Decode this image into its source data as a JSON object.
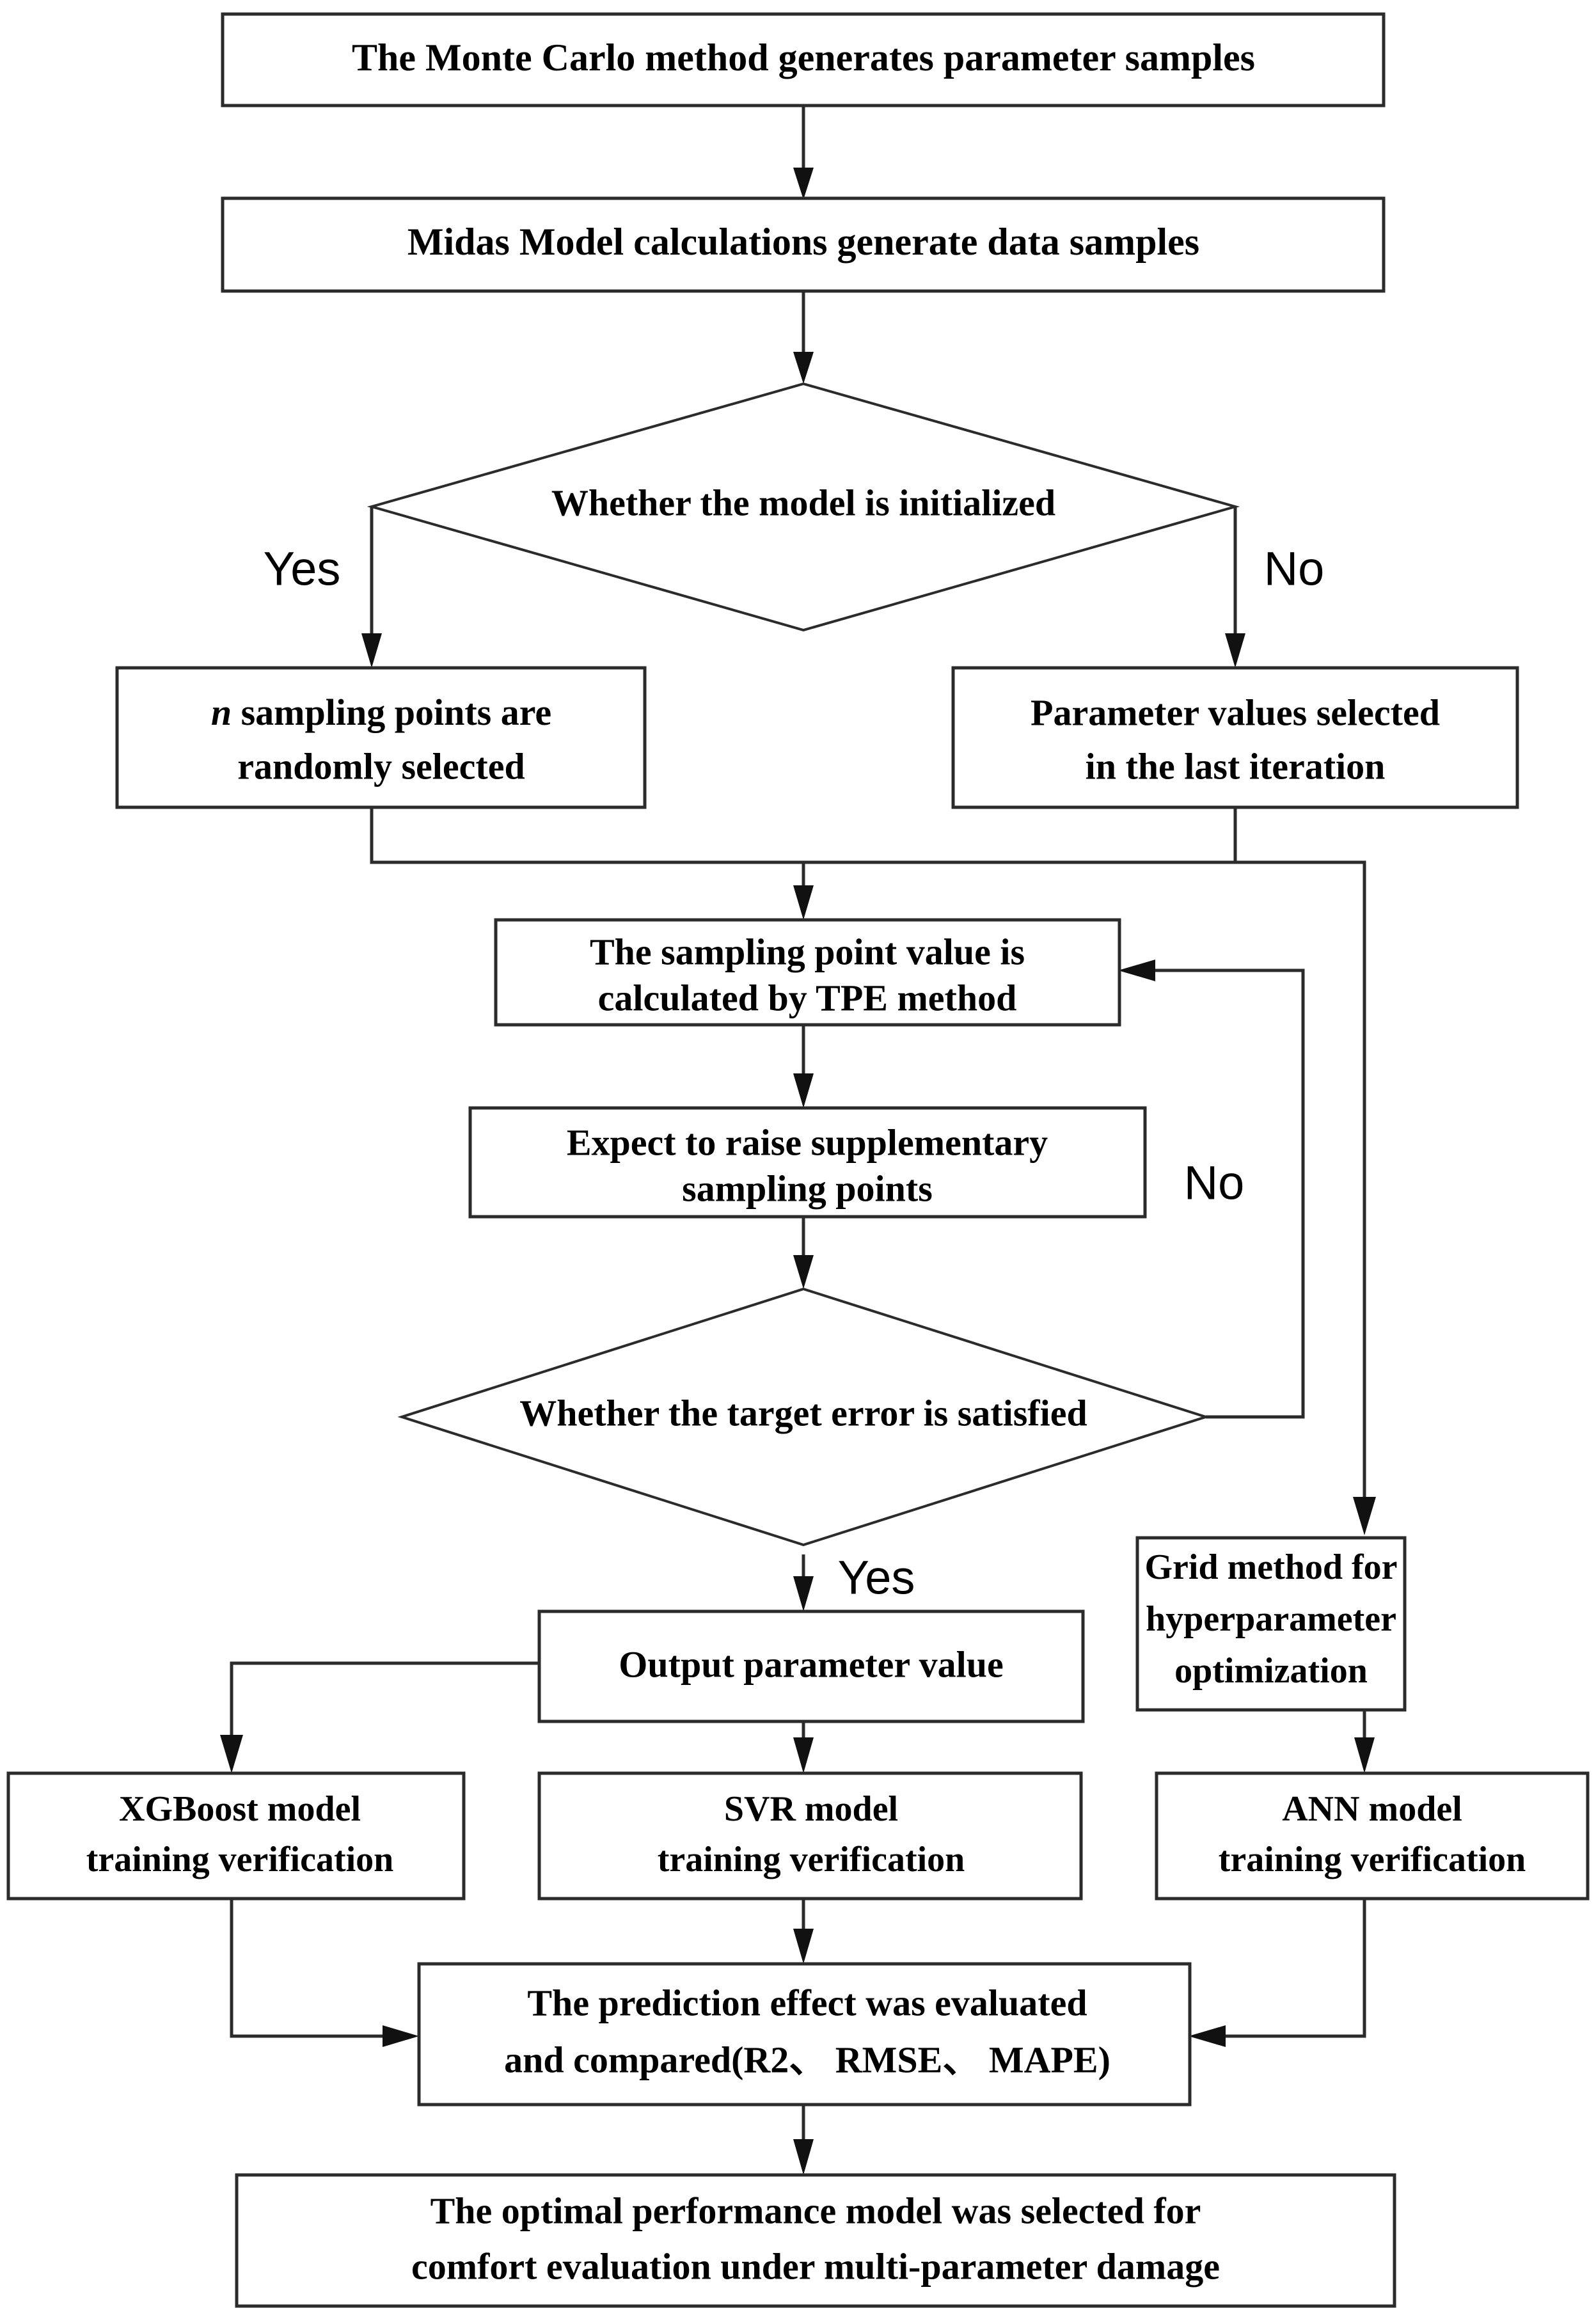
{
  "diagram": {
    "type": "flowchart",
    "title": "Monte Carlo / TPE hyperparameter optimization and model comparison workflow",
    "nodes": [
      {
        "id": "monte_carlo",
        "shape": "process",
        "lines": [
          "The Monte Carlo method generates parameter samples"
        ]
      },
      {
        "id": "midas_model",
        "shape": "process",
        "lines": [
          "Midas Model calculations generate data samples"
        ]
      },
      {
        "id": "init_decision",
        "shape": "decision",
        "lines": [
          "Whether the model is initialized"
        ]
      },
      {
        "id": "n_sampling",
        "shape": "process",
        "lines": [
          "n sampling points are",
          "randomly selected"
        ],
        "italic_first_word": "n"
      },
      {
        "id": "last_iteration",
        "shape": "process",
        "lines": [
          "Parameter values selected",
          "in the last iteration"
        ]
      },
      {
        "id": "tpe_method",
        "shape": "process",
        "lines": [
          "The sampling point value is",
          "calculated by TPE method"
        ]
      },
      {
        "id": "expect_raise",
        "shape": "process",
        "lines": [
          "Expect to raise supplementary",
          "sampling points"
        ]
      },
      {
        "id": "error_decision",
        "shape": "decision",
        "lines": [
          "Whether the target error is satisfied"
        ]
      },
      {
        "id": "output_param",
        "shape": "process",
        "lines": [
          "Output parameter value"
        ]
      },
      {
        "id": "grid_method",
        "shape": "process",
        "lines": [
          "Grid method for",
          "hyperparameter",
          "optimization"
        ]
      },
      {
        "id": "xgboost",
        "shape": "process",
        "lines": [
          "XGBoost model",
          "training verification"
        ]
      },
      {
        "id": "svr",
        "shape": "process",
        "lines": [
          "SVR model",
          "training verification"
        ]
      },
      {
        "id": "ann",
        "shape": "process",
        "lines": [
          "ANN model",
          "training verification"
        ]
      },
      {
        "id": "prediction",
        "shape": "process",
        "lines": [
          "The prediction effect was evaluated",
          "and compared(R2、 RMSE、 MAPE)"
        ]
      },
      {
        "id": "optimal",
        "shape": "process",
        "lines": [
          "The optimal performance model was selected for",
          "comfort evaluation under multi-parameter damage"
        ]
      }
    ],
    "edge_labels": {
      "init_yes": "Yes",
      "init_no": "No",
      "error_no": "No",
      "error_yes": "Yes"
    },
    "edges": [
      {
        "from": "monte_carlo",
        "to": "midas_model",
        "label": ""
      },
      {
        "from": "midas_model",
        "to": "init_decision",
        "label": ""
      },
      {
        "from": "init_decision",
        "to": "n_sampling",
        "label": "Yes"
      },
      {
        "from": "init_decision",
        "to": "last_iteration",
        "label": "No"
      },
      {
        "from": "init_decision",
        "to": "grid_method",
        "label": "No"
      },
      {
        "from": "n_sampling",
        "to": "tpe_method",
        "label": ""
      },
      {
        "from": "last_iteration",
        "to": "tpe_method",
        "label": ""
      },
      {
        "from": "tpe_method",
        "to": "expect_raise",
        "label": ""
      },
      {
        "from": "expect_raise",
        "to": "error_decision",
        "label": ""
      },
      {
        "from": "error_decision",
        "to": "tpe_method",
        "label": "No"
      },
      {
        "from": "error_decision",
        "to": "output_param",
        "label": "Yes"
      },
      {
        "from": "output_param",
        "to": "xgboost",
        "label": ""
      },
      {
        "from": "output_param",
        "to": "svr",
        "label": ""
      },
      {
        "from": "grid_method",
        "to": "ann",
        "label": ""
      },
      {
        "from": "xgboost",
        "to": "prediction",
        "label": ""
      },
      {
        "from": "svr",
        "to": "prediction",
        "label": ""
      },
      {
        "from": "ann",
        "to": "prediction",
        "label": ""
      },
      {
        "from": "prediction",
        "to": "optimal",
        "label": ""
      }
    ],
    "colors": {
      "background": "#ffffff",
      "stroke": "#2b2b2b",
      "text": "#000000"
    }
  }
}
